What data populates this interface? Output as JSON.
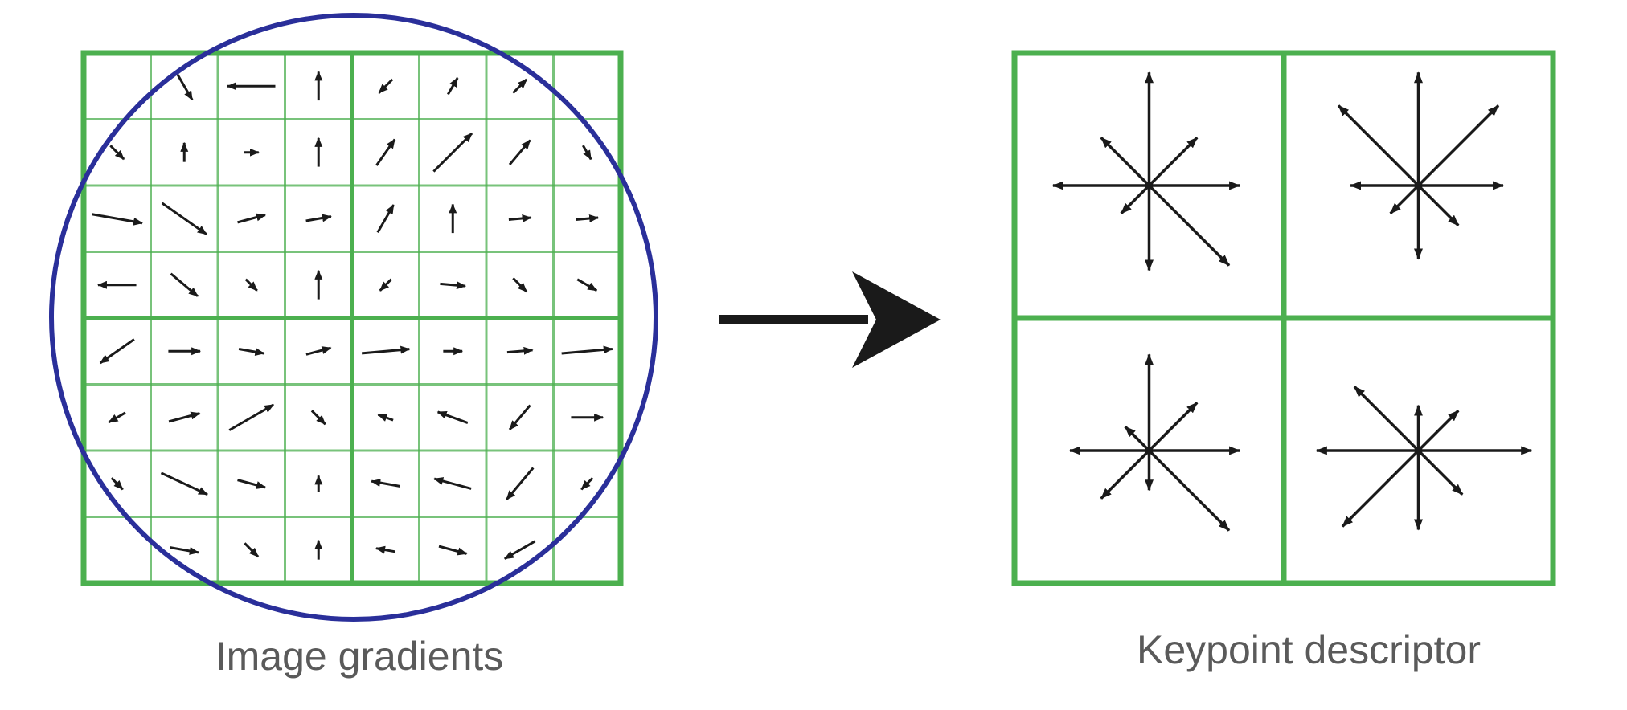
{
  "captions": {
    "left": "Image gradients",
    "right": "Keypoint descriptor"
  },
  "colors": {
    "grid_green": "#4cb04f",
    "circle_blue": "#2a2f9a",
    "arrow_black": "#1a1a1a"
  },
  "gradient_field": {
    "rows": 8,
    "cols": 8,
    "gradients": [
      {
        "row": 0,
        "col": 1,
        "angle_deg": -60,
        "magnitude": 0.5
      },
      {
        "row": 0,
        "col": 2,
        "angle_deg": 180,
        "magnitude": 0.75
      },
      {
        "row": 0,
        "col": 3,
        "angle_deg": 90,
        "magnitude": 0.45
      },
      {
        "row": 0,
        "col": 4,
        "angle_deg": -135,
        "magnitude": 0.3
      },
      {
        "row": 0,
        "col": 5,
        "angle_deg": 60,
        "magnitude": 0.3
      },
      {
        "row": 0,
        "col": 6,
        "angle_deg": 45,
        "magnitude": 0.3
      },
      {
        "row": 1,
        "col": 0,
        "angle_deg": -45,
        "magnitude": 0.3
      },
      {
        "row": 1,
        "col": 1,
        "angle_deg": 90,
        "magnitude": 0.3
      },
      {
        "row": 1,
        "col": 2,
        "angle_deg": 0,
        "magnitude": 0.2
      },
      {
        "row": 1,
        "col": 3,
        "angle_deg": 90,
        "magnitude": 0.45
      },
      {
        "row": 1,
        "col": 4,
        "angle_deg": 55,
        "magnitude": 0.5
      },
      {
        "row": 1,
        "col": 5,
        "angle_deg": 45,
        "magnitude": 0.85
      },
      {
        "row": 1,
        "col": 6,
        "angle_deg": 50,
        "magnitude": 0.5
      },
      {
        "row": 1,
        "col": 7,
        "angle_deg": -60,
        "magnitude": 0.25
      },
      {
        "row": 2,
        "col": 0,
        "angle_deg": -10,
        "magnitude": 0.8
      },
      {
        "row": 2,
        "col": 1,
        "angle_deg": -35,
        "magnitude": 0.85
      },
      {
        "row": 2,
        "col": 2,
        "angle_deg": 15,
        "magnitude": 0.45
      },
      {
        "row": 2,
        "col": 3,
        "angle_deg": 10,
        "magnitude": 0.4
      },
      {
        "row": 2,
        "col": 4,
        "angle_deg": 60,
        "magnitude": 0.5
      },
      {
        "row": 2,
        "col": 5,
        "angle_deg": 90,
        "magnitude": 0.45
      },
      {
        "row": 2,
        "col": 6,
        "angle_deg": 5,
        "magnitude": 0.35
      },
      {
        "row": 2,
        "col": 7,
        "angle_deg": 5,
        "magnitude": 0.35
      },
      {
        "row": 3,
        "col": 0,
        "angle_deg": 180,
        "magnitude": 0.6
      },
      {
        "row": 3,
        "col": 1,
        "angle_deg": -40,
        "magnitude": 0.55
      },
      {
        "row": 3,
        "col": 2,
        "angle_deg": -45,
        "magnitude": 0.25
      },
      {
        "row": 3,
        "col": 3,
        "angle_deg": 90,
        "magnitude": 0.45
      },
      {
        "row": 3,
        "col": 4,
        "angle_deg": -135,
        "magnitude": 0.25
      },
      {
        "row": 3,
        "col": 5,
        "angle_deg": -5,
        "magnitude": 0.4
      },
      {
        "row": 3,
        "col": 6,
        "angle_deg": -45,
        "magnitude": 0.3
      },
      {
        "row": 3,
        "col": 7,
        "angle_deg": -30,
        "magnitude": 0.35
      },
      {
        "row": 4,
        "col": 0,
        "angle_deg": -145,
        "magnitude": 0.65
      },
      {
        "row": 4,
        "col": 1,
        "angle_deg": 0,
        "magnitude": 0.5
      },
      {
        "row": 4,
        "col": 2,
        "angle_deg": -10,
        "magnitude": 0.4
      },
      {
        "row": 4,
        "col": 3,
        "angle_deg": 15,
        "magnitude": 0.4
      },
      {
        "row": 4,
        "col": 4,
        "angle_deg": 5,
        "magnitude": 0.75
      },
      {
        "row": 4,
        "col": 5,
        "angle_deg": 0,
        "magnitude": 0.3
      },
      {
        "row": 4,
        "col": 6,
        "angle_deg": 5,
        "magnitude": 0.4
      },
      {
        "row": 4,
        "col": 7,
        "angle_deg": 5,
        "magnitude": 0.8
      },
      {
        "row": 5,
        "col": 0,
        "angle_deg": -150,
        "magnitude": 0.3
      },
      {
        "row": 5,
        "col": 1,
        "angle_deg": 15,
        "magnitude": 0.5
      },
      {
        "row": 5,
        "col": 2,
        "angle_deg": 30,
        "magnitude": 0.8
      },
      {
        "row": 5,
        "col": 3,
        "angle_deg": -45,
        "magnitude": 0.3
      },
      {
        "row": 5,
        "col": 4,
        "angle_deg": 160,
        "magnitude": 0.25
      },
      {
        "row": 5,
        "col": 5,
        "angle_deg": 160,
        "magnitude": 0.5
      },
      {
        "row": 5,
        "col": 6,
        "angle_deg": -130,
        "magnitude": 0.5
      },
      {
        "row": 5,
        "col": 7,
        "angle_deg": 0,
        "magnitude": 0.5
      },
      {
        "row": 6,
        "col": 0,
        "angle_deg": -45,
        "magnitude": 0.25
      },
      {
        "row": 6,
        "col": 1,
        "angle_deg": -25,
        "magnitude": 0.8
      },
      {
        "row": 6,
        "col": 2,
        "angle_deg": -15,
        "magnitude": 0.45
      },
      {
        "row": 6,
        "col": 3,
        "angle_deg": 90,
        "magnitude": 0.25
      },
      {
        "row": 6,
        "col": 4,
        "angle_deg": 170,
        "magnitude": 0.45
      },
      {
        "row": 6,
        "col": 5,
        "angle_deg": 165,
        "magnitude": 0.6
      },
      {
        "row": 6,
        "col": 6,
        "angle_deg": -130,
        "magnitude": 0.65
      },
      {
        "row": 6,
        "col": 7,
        "angle_deg": -135,
        "magnitude": 0.25
      },
      {
        "row": 7,
        "col": 1,
        "angle_deg": -10,
        "magnitude": 0.45
      },
      {
        "row": 7,
        "col": 2,
        "angle_deg": -45,
        "magnitude": 0.3
      },
      {
        "row": 7,
        "col": 3,
        "angle_deg": 90,
        "magnitude": 0.3
      },
      {
        "row": 7,
        "col": 4,
        "angle_deg": 170,
        "magnitude": 0.3
      },
      {
        "row": 7,
        "col": 5,
        "angle_deg": -15,
        "magnitude": 0.45
      },
      {
        "row": 7,
        "col": 6,
        "angle_deg": -150,
        "magnitude": 0.55
      }
    ]
  },
  "descriptor": {
    "orientation_bins_deg": [
      0,
      45,
      90,
      135,
      180,
      225,
      270,
      315
    ],
    "histograms": [
      {
        "cell": "top-left",
        "magnitudes": [
          0.8,
          0.6,
          1.0,
          0.6,
          0.85,
          0.35,
          0.75,
          1.0
        ]
      },
      {
        "cell": "top-right",
        "magnitudes": [
          0.75,
          1.0,
          1.0,
          1.0,
          0.6,
          0.35,
          0.65,
          0.5
        ]
      },
      {
        "cell": "bottom-left",
        "magnitudes": [
          0.8,
          0.6,
          0.85,
          0.3,
          0.7,
          0.6,
          0.35,
          1.0
        ]
      },
      {
        "cell": "bottom-right",
        "magnitudes": [
          1.0,
          0.5,
          0.4,
          0.8,
          0.9,
          0.95,
          0.7,
          0.55
        ]
      }
    ]
  }
}
